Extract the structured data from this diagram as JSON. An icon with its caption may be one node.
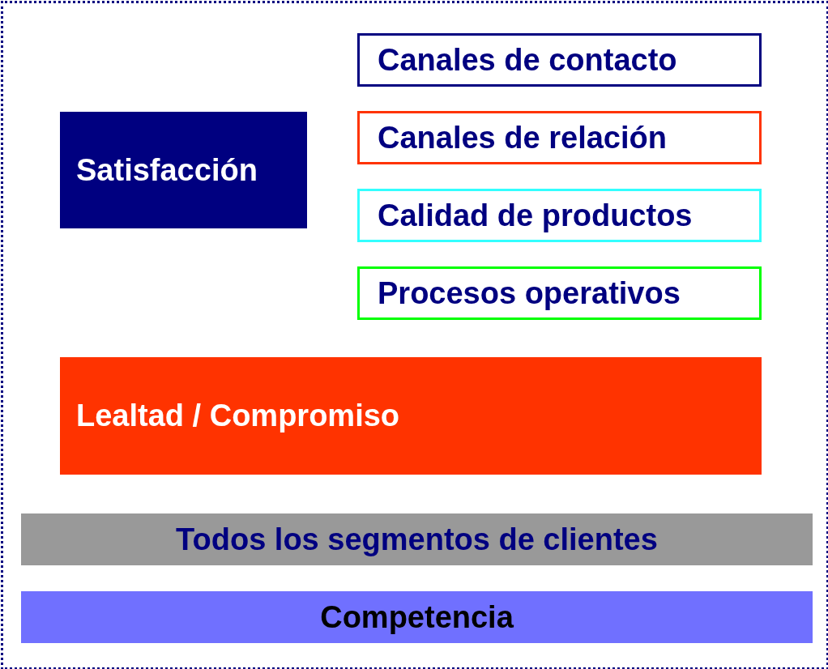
{
  "diagram": {
    "nodes": [
      {
        "text": [
          "Satisfacción"
        ]
      },
      {
        "text": [
          "Canales de contacto"
        ]
      },
      {
        "text": [
          "Canales de relación"
        ]
      },
      {
        "text": [
          "Calidad de productos"
        ]
      },
      {
        "text": [
          "Procesos operativos"
        ]
      },
      {
        "text": [
          "Lealtad / Compromiso"
        ]
      },
      {
        "text": [
          "Todos los segmentos de clientes"
        ]
      },
      {
        "text": [
          "Competencia"
        ]
      }
    ]
  }
}
